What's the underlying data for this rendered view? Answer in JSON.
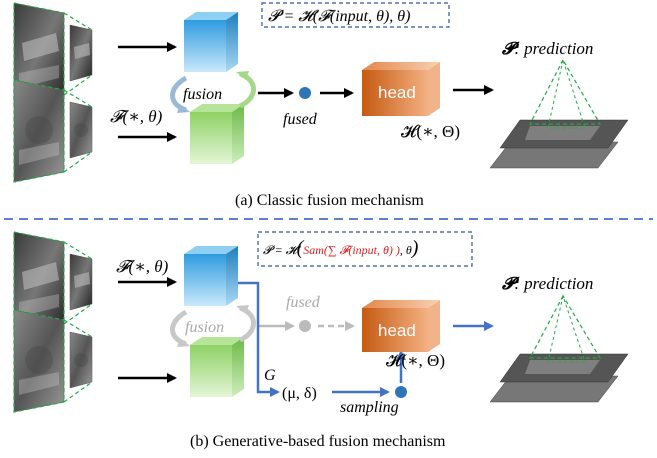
{
  "panel_a": {
    "formula_box": "𝓟 = 𝓗(𝓕(input, θ), θ)",
    "feature_fn": "𝓕(∗, θ)",
    "fusion_label": "fusion",
    "fused_label": "fused",
    "head_label": "head",
    "head_fn": "𝓗(∗, Θ)",
    "pred_symbol": "𝓟",
    "pred_label": ": prediction",
    "caption": "(a) Classic fusion mechanism"
  },
  "panel_b": {
    "formula_lhs": "𝓟 = 𝓗",
    "formula_inner": "Sam(∑ 𝓕(input, θ) )",
    "formula_tail": ", θ",
    "feature_fn": "𝓕(∗, θ)",
    "fusion_label": "fusion",
    "fused_label": "fused",
    "head_label": "head",
    "head_fn": "𝓗(∗, Θ)",
    "g_label": "G",
    "param_label": "(μ, δ)",
    "sampling_label": "sampling",
    "pred_symbol": "𝓟",
    "pred_label": ": prediction",
    "caption": "(b) Generative-based fusion mechanism"
  },
  "colors": {
    "arrow_black": "#000000",
    "arrow_blue": "#4472c4",
    "dashed_green": "#22aa44",
    "dashed_blue": "#2f5597",
    "formula_red": "#e02020",
    "fused_dot": "#2e75b6",
    "greyed": "#aaaaaa",
    "head_orange": "#c55a11",
    "cube_blue": "#3aa6e0",
    "cube_green": "#8ccf63"
  }
}
